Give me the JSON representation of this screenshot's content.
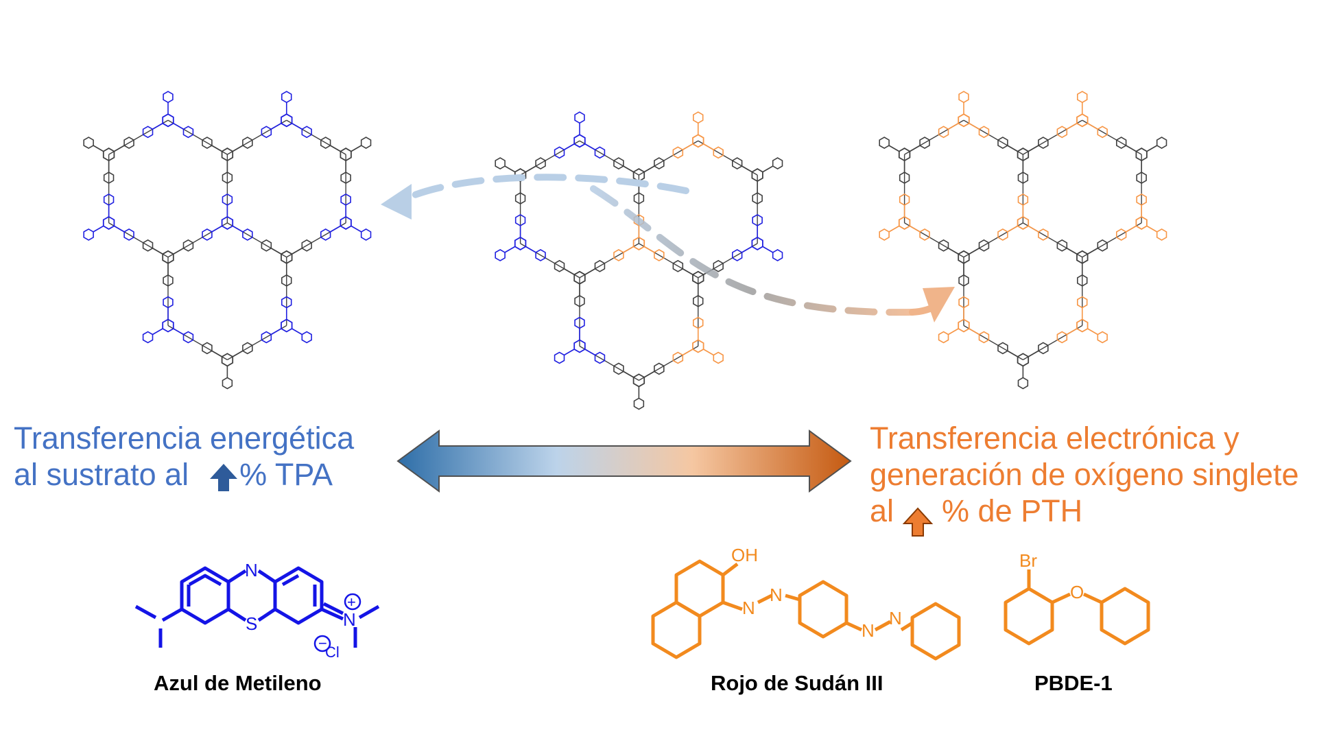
{
  "labels": {
    "left_line1": "Transferencia energética",
    "left_line2_prefix": "al sustrato al",
    "left_line2_suffix": "% TPA",
    "right_line1": "Transferencia electrónica y",
    "right_line2": "generación de oxígeno singlete",
    "right_line3_prefix": "al",
    "right_line3_suffix": "% de PTH"
  },
  "molecules": {
    "methylene_blue": {
      "name": "Azul de Metileno",
      "n_label": "N",
      "s_label": "S",
      "n_plus_label": "N",
      "cl_label": "Cl"
    },
    "sudan_red": {
      "name": "Rojo de Sudán III",
      "oh_label": "OH",
      "n_label": "N"
    },
    "pbde": {
      "name": "PBDE-1",
      "br_label": "Br",
      "o_label": "O"
    }
  },
  "colors": {
    "tpa_blue": "#2020e0",
    "pth_orange": "#f79646",
    "framework_gray": "#404040",
    "text_blue": "#4472c4",
    "text_orange": "#ed7d31",
    "arrow_left": "#2e6ea8",
    "arrow_right": "#c55a11"
  },
  "icons": {
    "up_arrow_blue": "up-arrow-icon",
    "up_arrow_orange": "up-arrow-icon",
    "double_arrow": "double-headed-arrow-icon",
    "dashed_arrow": "curved-dashed-arrow-icon"
  }
}
